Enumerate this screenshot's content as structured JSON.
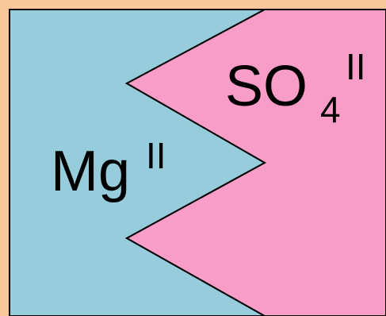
{
  "colors": {
    "background": "#f9c89a",
    "left_ion": "#96ccdc",
    "right_ion": "#f89dc8",
    "outline": "#000000"
  },
  "cation": {
    "symbol": "Mg",
    "charge": "II"
  },
  "anion": {
    "symbol": "SO",
    "subscript": "4",
    "charge": "II"
  }
}
